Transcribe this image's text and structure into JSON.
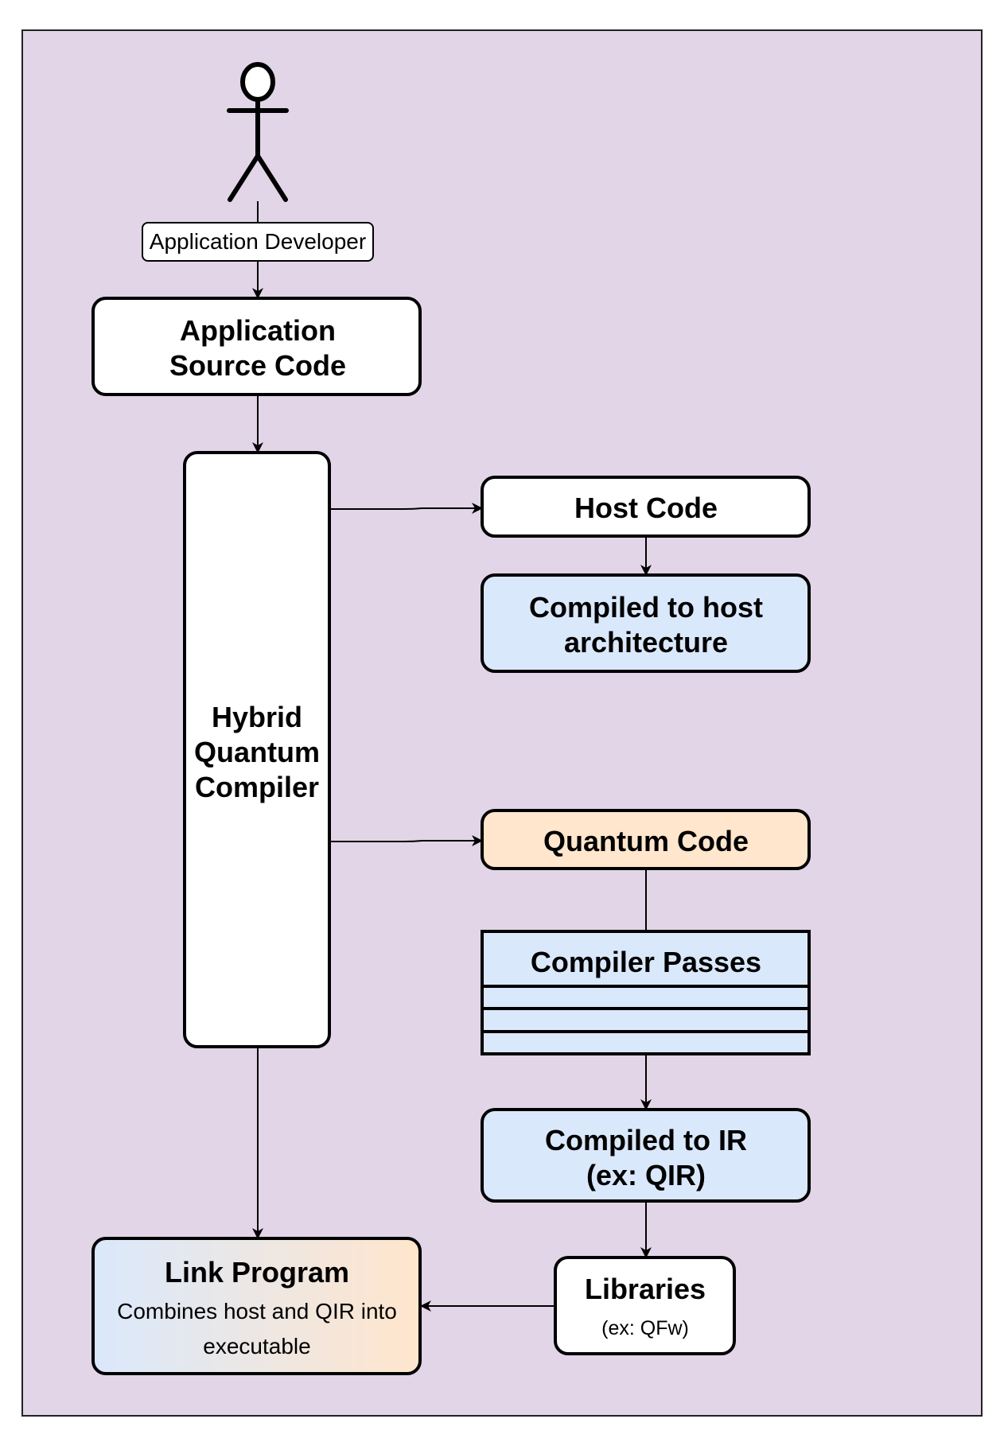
{
  "colors": {
    "background_panel": "#e1d5e7",
    "white_box": "#ffffff",
    "blue_box": "#dae8fc",
    "orange_box": "#ffe6cc",
    "stroke": "#000000"
  },
  "actor": {
    "icon": "stick-figure-icon",
    "label": "Application Developer"
  },
  "nodes": {
    "source_code": {
      "line1": "Application",
      "line2": "Source Code"
    },
    "compiler": {
      "line1": "Hybrid",
      "line2": "Quantum",
      "line3": "Compiler"
    },
    "host_code": {
      "label": "Host Code"
    },
    "compiled_host": {
      "line1": "Compiled to host",
      "line2": "architecture"
    },
    "quantum_code": {
      "label": "Quantum Code"
    },
    "compiler_passes": {
      "label": "Compiler Passes"
    },
    "compiled_ir": {
      "line1": "Compiled to IR",
      "line2": "(ex: QIR)"
    },
    "libraries": {
      "label": "Libraries",
      "sublabel": "(ex: QFw)"
    },
    "link_program": {
      "label": "Link Program",
      "sub_line1": "Combines host and QIR into",
      "sub_line2": "executable"
    }
  }
}
